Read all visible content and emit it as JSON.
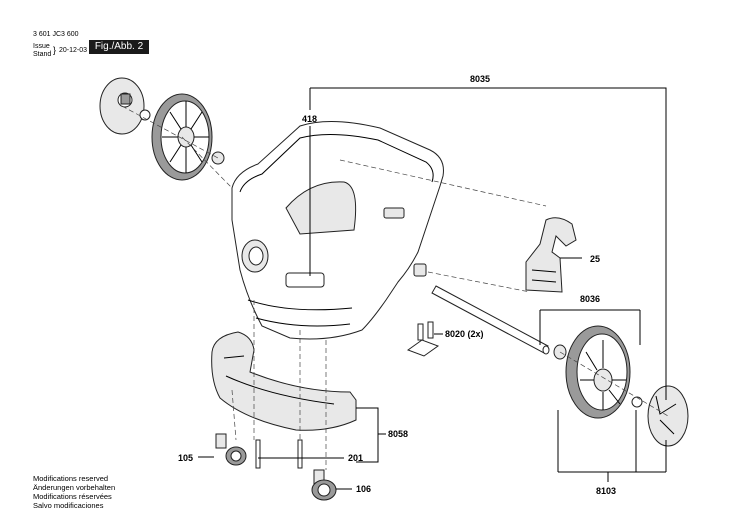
{
  "header": {
    "doc_number": "3 601 JC3 600",
    "issue_label": "Issue",
    "stand_label": "Stand",
    "issue_date": "20-12-03",
    "figure_label": "Fig./Abb. 2"
  },
  "notes": [
    "Modifications reserved",
    "Änderungen vorbehalten",
    "Modifications réservées",
    "Salvo modificaciones"
  ],
  "parts": {
    "p8035": "8035",
    "p418": "418",
    "p25": "25",
    "p8036": "8036",
    "p8020": "8020 (2x)",
    "p8058": "8058",
    "p105": "105",
    "p201": "201",
    "p106": "106",
    "p8103": "8103"
  }
}
